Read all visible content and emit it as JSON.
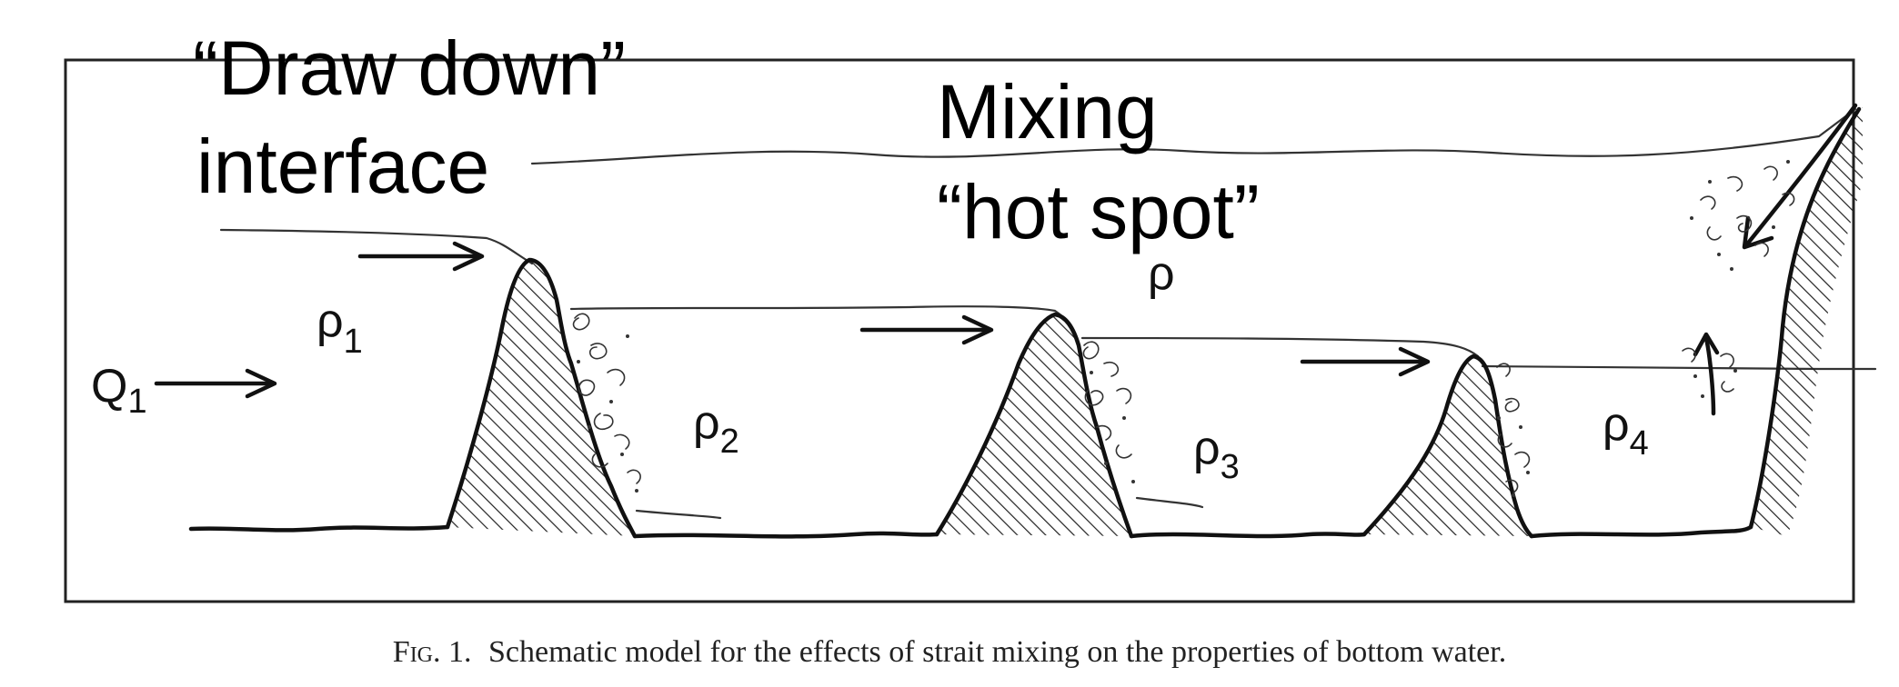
{
  "annotations": {
    "draw_down_line1": "“Draw down”",
    "draw_down_line2": "interface",
    "mixing_line1": "Mixing",
    "mixing_line2": "“hot spot”"
  },
  "symbols": {
    "inflow": {
      "base": "Q",
      "sub": "1"
    },
    "rho_upper": {
      "base": "ρ",
      "sub": ""
    },
    "rho_1": {
      "base": "ρ",
      "sub": "1"
    },
    "rho_2": {
      "base": "ρ",
      "sub": "2"
    },
    "rho_3": {
      "base": "ρ",
      "sub": "3"
    },
    "rho_4": {
      "base": "ρ",
      "sub": "4"
    }
  },
  "caption": {
    "label": "Fig. 1.",
    "text": "Schematic model for the effects of strait mixing on the properties of bottom water."
  }
}
